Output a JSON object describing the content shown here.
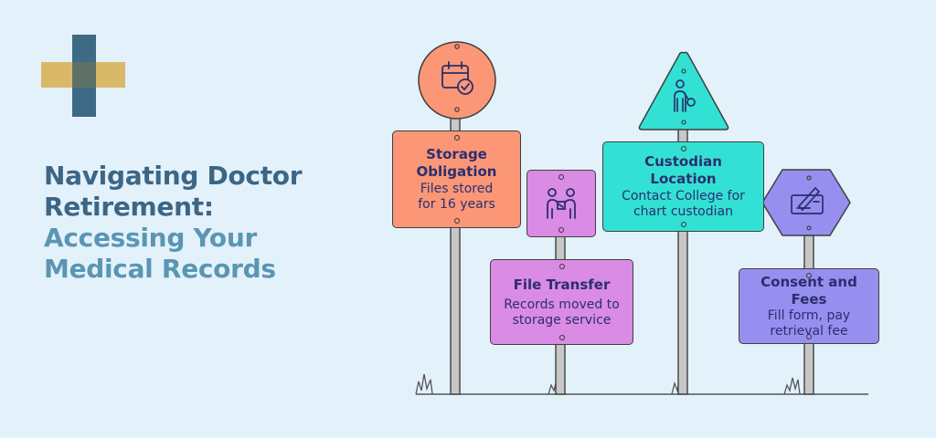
{
  "title": {
    "line1": "Navigating Doctor",
    "line2": "Retirement:",
    "line3": "Accessing Your",
    "line4": "Medical Records"
  },
  "signs": [
    {
      "heading": "Storage Obligation",
      "heading_lines": [
        "Storage",
        "Obligation"
      ],
      "desc_lines": [
        "Files stored",
        "for 16 years"
      ],
      "color": "#fb9777",
      "icon": "calendar-check-icon"
    },
    {
      "heading": "File Transfer",
      "heading_lines": [
        "File Transfer"
      ],
      "desc_lines": [
        "Records moved to",
        "storage service"
      ],
      "color": "#da8be4",
      "icon": "people-handoff-icon"
    },
    {
      "heading": "Custodian Location",
      "heading_lines": [
        "Custodian",
        "Location"
      ],
      "desc_lines": [
        "Contact College for",
        "chart custodian"
      ],
      "color": "#33e1d4",
      "icon": "person-with-magnifier-icon"
    },
    {
      "heading": "Consent and Fees",
      "heading_lines": [
        "Consent and",
        "Fees"
      ],
      "desc_lines": [
        "Fill form, pay",
        "retrieval fee"
      ],
      "color": "#978ff0",
      "icon": "signing-form-icon"
    }
  ],
  "colors": {
    "background": "#e3f1fb",
    "title_dark": "#3c6685",
    "title_light": "#5a96b4",
    "logo_gold": "#d7b356",
    "logo_blue": "#2f5e7a"
  }
}
